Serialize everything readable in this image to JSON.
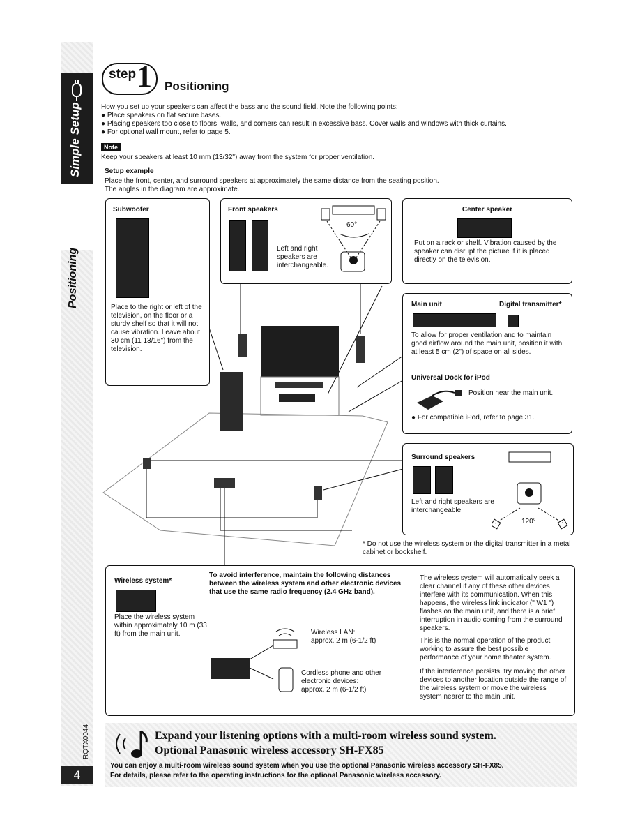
{
  "sidebar": {
    "section_tab": "Simple Setup",
    "page_tab": "Positioning",
    "doc_code": "RQTX0044",
    "page_number": "4"
  },
  "header": {
    "step_word": "step",
    "step_number": "1",
    "title": "Positioning"
  },
  "intro": {
    "lead": "How you set up your speakers can affect the bass and the sound field. Note the following points:",
    "bullets": [
      "Place speakers on flat secure bases.",
      "Placing speakers too close to floors, walls, and corners can result in excessive bass. Cover walls and windows with thick curtains.",
      "For optional wall mount, refer to page 5."
    ]
  },
  "note": {
    "label": "Note",
    "text": "Keep your speakers at least 10 mm (13/32\") away from the system for proper ventilation."
  },
  "setup": {
    "heading": "Setup example",
    "line1": "Place the front, center, and surround speakers at approximately the same distance from the seating position.",
    "line2": "The angles in the diagram are approximate."
  },
  "subwoofer": {
    "title": "Subwoofer",
    "text": "Place to the right or left of the television, on the floor or a sturdy shelf so that it will not cause vibration. Leave about 30 cm (11 13/16\") from the television."
  },
  "front": {
    "title": "Front speakers",
    "angle": "60°",
    "text": "Left and right speakers are interchangeable."
  },
  "center": {
    "title": "Center speaker",
    "text": "Put on a rack or shelf. Vibration caused by the speaker can disrupt the picture if it is placed directly on the television."
  },
  "main_unit": {
    "title": "Main unit",
    "transmitter": "Digital transmitter*",
    "text": "To allow for proper ventilation and to maintain good airflow around the main unit, position it with at least 5 cm (2\") of space on all sides.",
    "dock_title": "Universal Dock for iPod",
    "dock_text": "Position near the main unit.",
    "dock_bullet": "For compatible iPod, refer to page 31."
  },
  "surround": {
    "title": "Surround speakers",
    "text": "Left and right speakers are interchangeable.",
    "angle": "120°"
  },
  "footnote": "* Do not use the wireless system or the digital transmitter in a metal cabinet or bookshelf.",
  "wireless": {
    "title": "Wireless system*",
    "text": "Place the wireless system within approximately 10 m (33 ft) from the main unit.",
    "interference_heading": "To avoid interference, maintain the following distances between the wireless system and other electronic devices that use the same radio frequency (2.4 GHz band).",
    "lan_label": "Wireless LAN:",
    "lan_dist": "approx. 2 m (6-1/2 ft)",
    "phone_label": "Cordless phone and other electronic devices:",
    "phone_dist": "approx. 2 m (6-1/2 ft)",
    "para1": "The wireless system will automatically seek a clear channel if any of these other devices interfere with its communication. When this happens, the wireless link indicator (\" W1 \") flashes on the main unit, and there is a brief interruption in audio coming from the surround speakers.",
    "para2": "This is the normal operation of the product working to assure the best possible performance of your home theater system.",
    "para3": "If the interference persists, try moving the other devices to another location outside the range of the wireless system or move the wireless system nearer to the main unit."
  },
  "banner": {
    "line1": "Expand your listening options with a multi-room wireless sound system.",
    "line2": "Optional Panasonic wireless accessory SH-FX85",
    "body1": "You can enjoy a multi-room wireless sound system when you use the optional Panasonic wireless accessory SH-FX85.",
    "body2": "For details, please refer to the operating instructions for the optional Panasonic wireless accessory."
  }
}
